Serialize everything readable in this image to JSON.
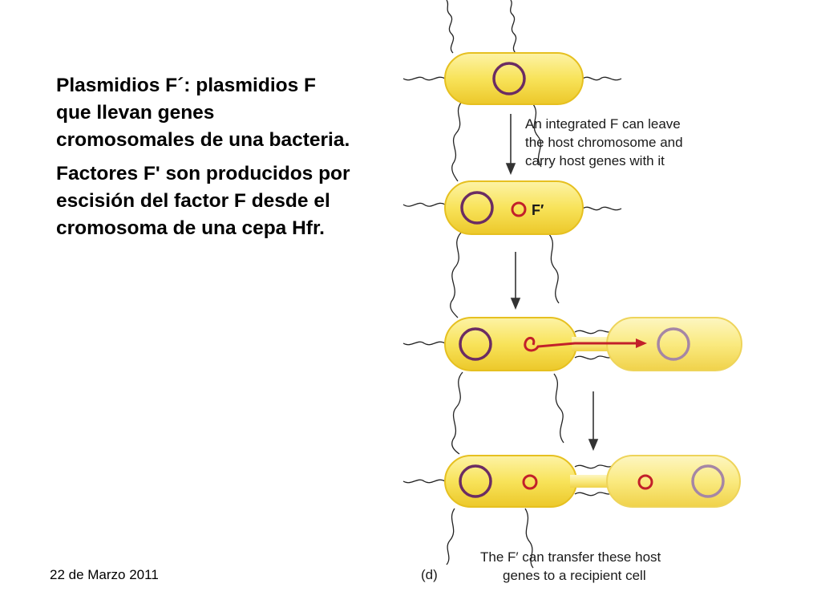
{
  "slide": {
    "paragraph1": "Plasmidios F´: plasmidios F que llevan genes cromosomales de una bacteria.",
    "paragraph2": "Factores F' son producidos por escisión del factor F desde el cromosoma de una cepa Hfr.",
    "date": "22 de Marzo 2011"
  },
  "figure": {
    "caption_top": [
      "An integrated F can leave",
      "the host chromosome and",
      "carry host genes with it"
    ],
    "f_prime_label": "F′",
    "panel_label": "(d)",
    "caption_bottom": [
      "The F′ can transfer these host",
      "genes to a recipient cell"
    ],
    "colors": {
      "cell_fill": "#f7e45a",
      "cell_stroke": "#e9c21c",
      "chromosome": "#6b2c63",
      "plasmid": "#c2202a",
      "recipient_circle": "#a586a5",
      "transfer_arrow": "#c2202a"
    }
  }
}
